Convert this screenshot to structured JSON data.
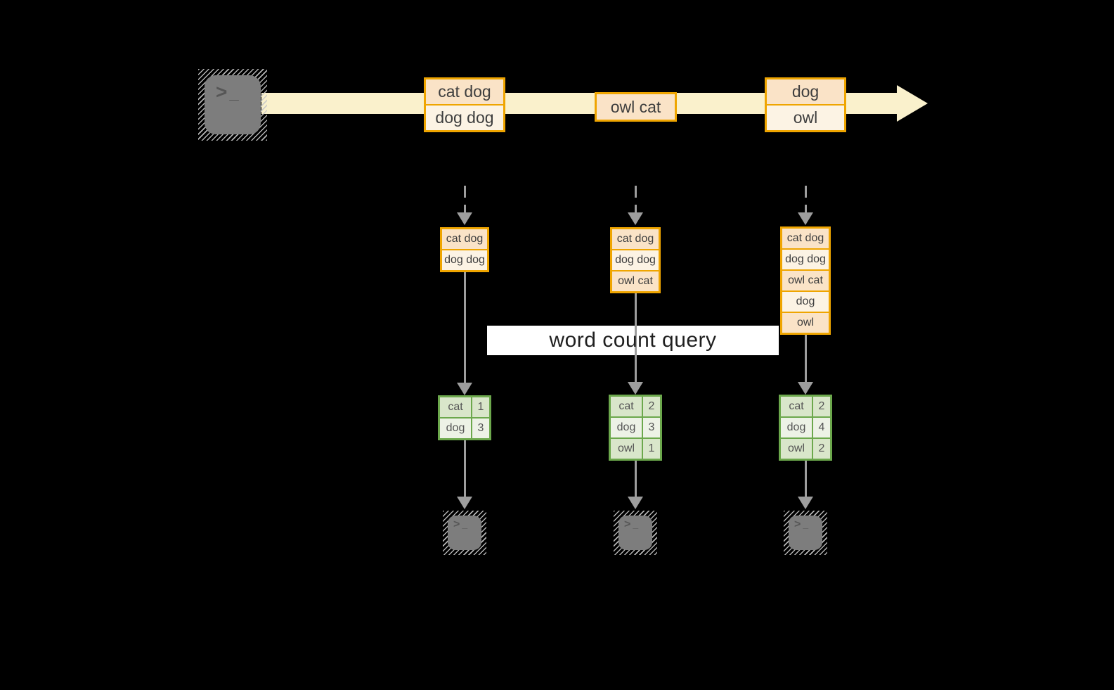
{
  "query_label": "word count query",
  "icons": {
    "terminal_prompt_chevron": ">",
    "terminal_prompt_cursor": "_"
  },
  "colors": {
    "background": "#000000",
    "stream_band": "#faf1cc",
    "box_border_gold": "#efa500",
    "row_peach": "#fae3c7",
    "row_cream": "#fcf3e4",
    "table_border_green": "#6ca84c",
    "cell_sage": "#d9e6ca",
    "cell_pale": "#edf2e6",
    "arrow_gray": "#9d9d9d",
    "terminal_gray": "#7d7d7d",
    "label_bg": "#ffffff"
  },
  "stream": {
    "batches": [
      {
        "lines": [
          "cat dog",
          "dog dog"
        ]
      },
      {
        "lines": [
          "owl cat"
        ]
      },
      {
        "lines": [
          "dog",
          "owl"
        ]
      }
    ]
  },
  "columns": [
    {
      "state_lines": [
        "cat dog",
        "dog dog"
      ],
      "counts": [
        {
          "word": "cat",
          "count": "1"
        },
        {
          "word": "dog",
          "count": "3"
        }
      ]
    },
    {
      "state_lines": [
        "cat dog",
        "dog dog",
        "owl cat"
      ],
      "counts": [
        {
          "word": "cat",
          "count": "2"
        },
        {
          "word": "dog",
          "count": "3"
        },
        {
          "word": "owl",
          "count": "1"
        }
      ]
    },
    {
      "state_lines": [
        "cat dog",
        "dog dog",
        "owl cat",
        "dog",
        "owl"
      ],
      "counts": [
        {
          "word": "cat",
          "count": "2"
        },
        {
          "word": "dog",
          "count": "4"
        },
        {
          "word": "owl",
          "count": "2"
        }
      ]
    }
  ]
}
